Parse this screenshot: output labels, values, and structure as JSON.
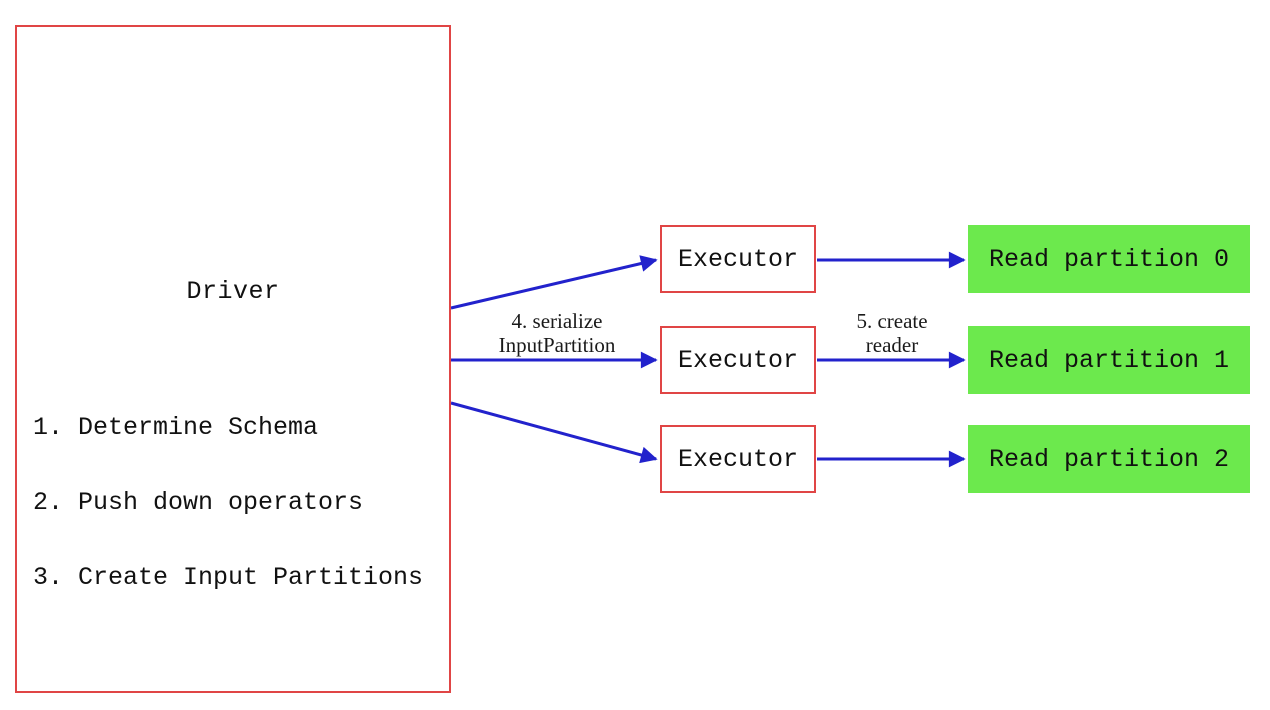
{
  "diagram": {
    "driver": {
      "title": "Driver",
      "steps": [
        "1. Determine Schema",
        "2. Push down operators",
        "3. Create Input Partitions"
      ]
    },
    "executors": [
      {
        "label": "Executor"
      },
      {
        "label": "Executor"
      },
      {
        "label": "Executor"
      }
    ],
    "partitions": [
      {
        "label": "Read partition 0"
      },
      {
        "label": "Read partition 1"
      },
      {
        "label": "Read partition 2"
      }
    ],
    "edge_labels": {
      "serialize_line1": "4. serialize",
      "serialize_line2": "InputPartition",
      "reader_line1": "5. create",
      "reader_line2": "reader"
    },
    "colors": {
      "box_border_red": "#e04545",
      "arrow_blue": "#2222cc",
      "partition_green": "#6ce94d",
      "text": "#111111",
      "background": "#ffffff"
    }
  }
}
